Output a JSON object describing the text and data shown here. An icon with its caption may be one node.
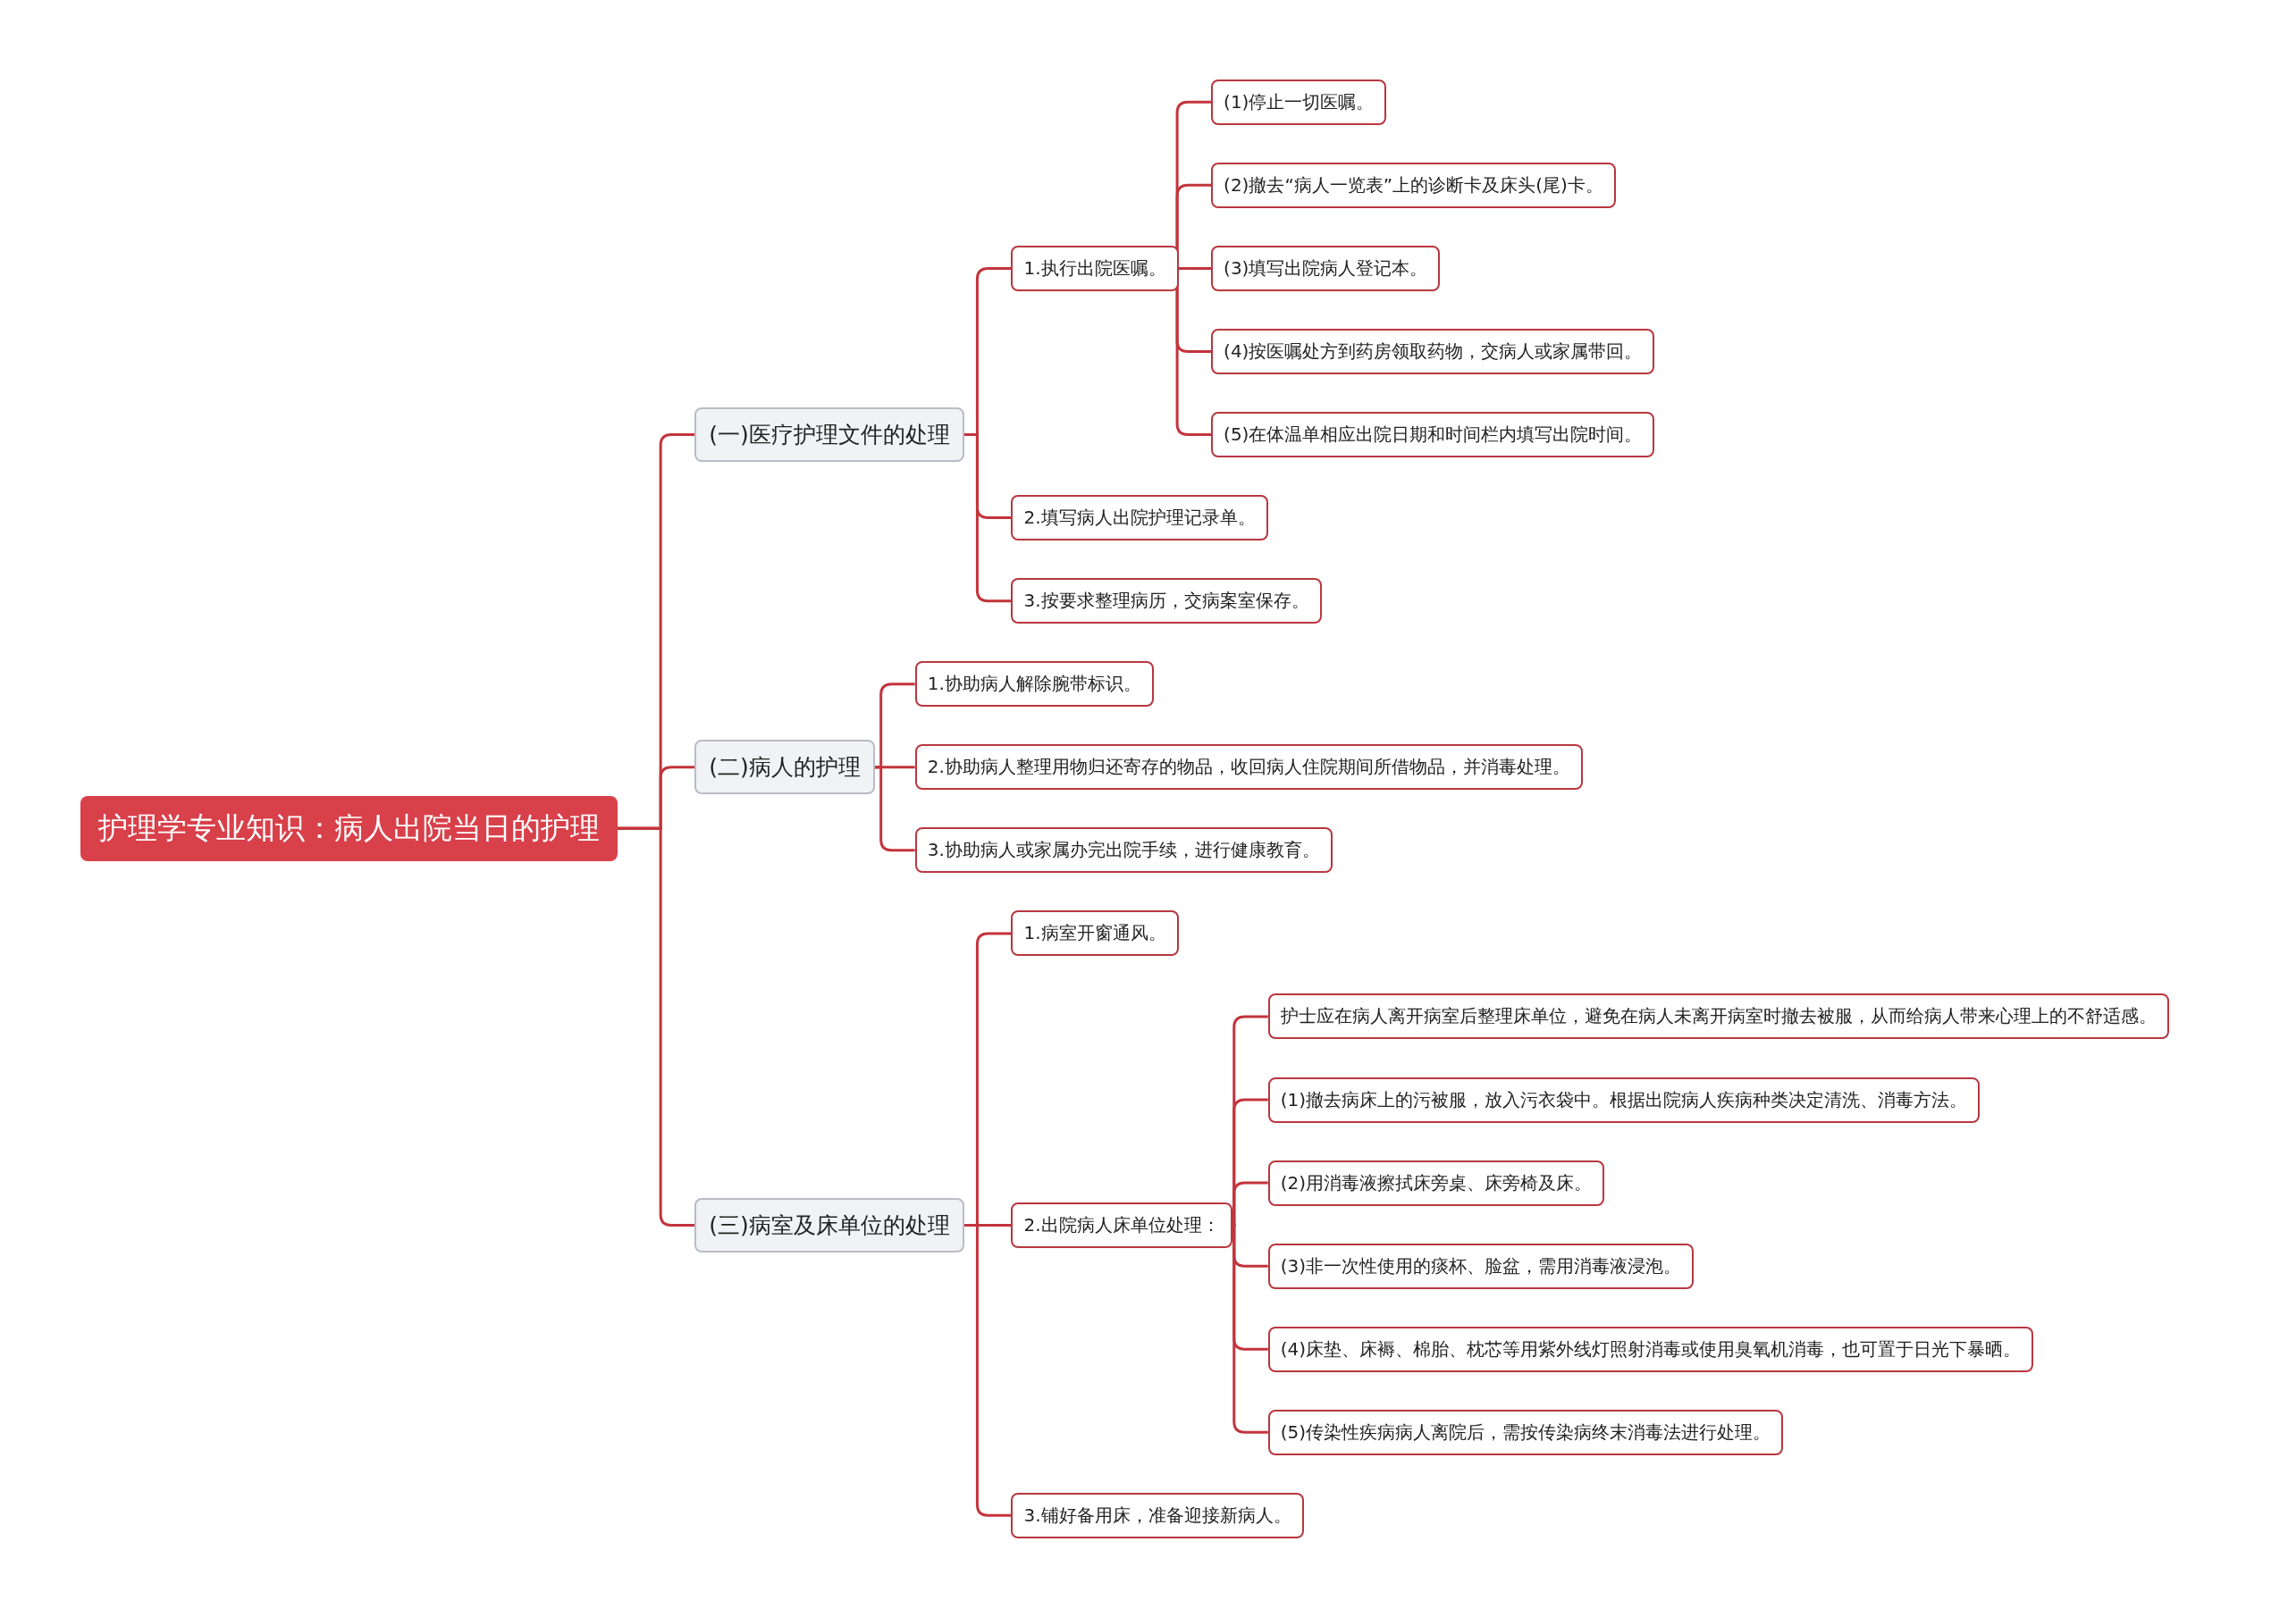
{
  "diagram": {
    "nodes": [
      {
        "text": [
          "护理学专业知识：病人出院当日的护理"
        ]
      },
      {
        "text": [
          "(一)医疗护理文件的处理"
        ]
      },
      {
        "text": [
          "1.执行出院医嘱。"
        ]
      },
      {
        "text": [
          "(1)停止一切医嘱。"
        ]
      },
      {
        "text": [
          "(2)撤去“病人一览表”上的诊断卡及床头(尾)卡。"
        ]
      },
      {
        "text": [
          "(3)填写出院病人登记本。"
        ]
      },
      {
        "text": [
          "(4)按医嘱处方到药房领取药物，交病人或家属带回。"
        ]
      },
      {
        "text": [
          "(5)在体温单相应出院日期和时间栏内填写出院时间。"
        ]
      },
      {
        "text": [
          "2.填写病人出院护理记录单。"
        ]
      },
      {
        "text": [
          "3.按要求整理病历，交病案室保存。"
        ]
      },
      {
        "text": [
          "(二)病人的护理"
        ]
      },
      {
        "text": [
          "1.协助病人解除腕带标识。"
        ]
      },
      {
        "text": [
          "2.协助病人整理用物归还寄存的物品，收回病人住院期间所借物品，并消毒处理。"
        ]
      },
      {
        "text": [
          "3.协助病人或家属办完出院手续，进行健康教育。"
        ]
      },
      {
        "text": [
          "(三)病室及床单位的处理"
        ]
      },
      {
        "text": [
          "1.病室开窗通风。"
        ]
      },
      {
        "text": [
          "2.出院病人床单位处理："
        ]
      },
      {
        "text": [
          "护士应在病人离开病室后整理床单位，避免在病人未离开病室时撤去被服，从而给病人带来心理上的不舒适感。"
        ]
      },
      {
        "text": [
          "(1)撤去病床上的污被服，放入污衣袋中。根据出院病人疾病种类决定清洗、消毒方法。"
        ]
      },
      {
        "text": [
          "(2)用消毒液擦拭床旁桌、床旁椅及床。"
        ]
      },
      {
        "text": [
          "(3)非一次性使用的痰杯、脸盆，需用消毒液浸泡。"
        ]
      },
      {
        "text": [
          "(4)床垫、床褥、棉胎、枕芯等用紫外线灯照射消毒或使用臭氧机消毒，也可置于日光下暴晒。"
        ]
      },
      {
        "text": [
          "(5)传染性疾病病人离院后，需按传染病终末消毒法进行处理。"
        ]
      },
      {
        "text": [
          "3.铺好备用床，准备迎接新病人。"
        ]
      }
    ],
    "edges": [
      {
        "from": 0,
        "to": 1,
        "arrow": "none"
      },
      {
        "from": 0,
        "to": 10,
        "arrow": "none"
      },
      {
        "from": 0,
        "to": 14,
        "arrow": "none"
      },
      {
        "from": 1,
        "to": 2,
        "arrow": "none"
      },
      {
        "from": 1,
        "to": 8,
        "arrow": "none"
      },
      {
        "from": 1,
        "to": 9,
        "arrow": "none"
      },
      {
        "from": 2,
        "to": 3,
        "arrow": "none"
      },
      {
        "from": 2,
        "to": 4,
        "arrow": "none"
      },
      {
        "from": 2,
        "to": 5,
        "arrow": "none"
      },
      {
        "from": 2,
        "to": 6,
        "arrow": "none"
      },
      {
        "from": 2,
        "to": 7,
        "arrow": "none"
      },
      {
        "from": 10,
        "to": 11,
        "arrow": "none"
      },
      {
        "from": 10,
        "to": 12,
        "arrow": "none"
      },
      {
        "from": 10,
        "to": 13,
        "arrow": "none"
      },
      {
        "from": 14,
        "to": 15,
        "arrow": "none"
      },
      {
        "from": 14,
        "to": 16,
        "arrow": "none"
      },
      {
        "from": 14,
        "to": 23,
        "arrow": "none"
      },
      {
        "from": 16,
        "to": 17,
        "arrow": "none"
      },
      {
        "from": 16,
        "to": 18,
        "arrow": "none"
      },
      {
        "from": 16,
        "to": 19,
        "arrow": "none"
      },
      {
        "from": 16,
        "to": 20,
        "arrow": "none"
      },
      {
        "from": 16,
        "to": 21,
        "arrow": "none"
      },
      {
        "from": 16,
        "to": 22,
        "arrow": "none"
      }
    ]
  }
}
